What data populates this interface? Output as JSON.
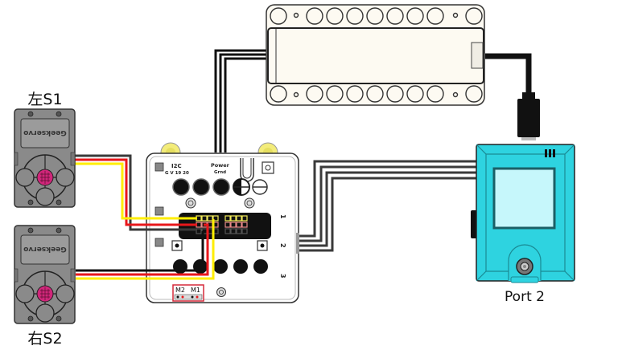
{
  "labels": {
    "servo_left": "左S1",
    "servo_right": "右S2",
    "port": "Port 2",
    "motor_m2": "M2",
    "motor_m1": "M1",
    "i2c": "I2C",
    "i2c_pins": "G V 19 20",
    "power": "Power",
    "power_sub": "Grnd",
    "port_num_1": "1",
    "port_num_2": "2",
    "port_num_3": "3",
    "servo_logo": "Geekservo"
  },
  "components": [
    {
      "id": "servo-left",
      "type": "Geekservo",
      "label": "左S1"
    },
    {
      "id": "servo-right",
      "type": "Geekservo",
      "label": "右S2"
    },
    {
      "id": "controller-board",
      "type": "expansion board"
    },
    {
      "id": "battery-module",
      "type": "battery pack"
    },
    {
      "id": "main-controller",
      "type": "controller with screen",
      "label": "Port 2"
    }
  ],
  "colors": {
    "wire_signal": "#ffee00",
    "wire_power": "#e8171b",
    "wire_ground": "#3a3a3a",
    "servo_body": "#8a8a8a",
    "servo_center": "#d0267a",
    "controller_body": "#2ed3e0",
    "controller_screen": "#c6f7fb",
    "battery_body": "#fdfaf2",
    "motor_box": "#d62a3a",
    "stud_yellow": "#f3ec7a"
  }
}
